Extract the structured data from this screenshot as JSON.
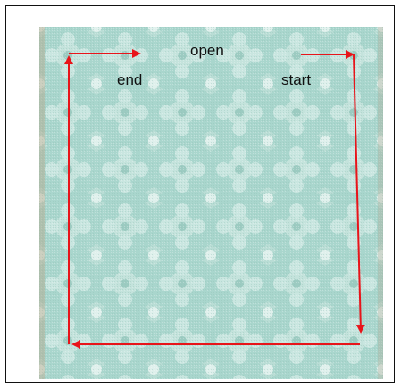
{
  "labels": {
    "open": "open",
    "end": "end",
    "start": "start"
  },
  "colors": {
    "fabric_base": "#a9d6cd",
    "fabric_light": "#c9e6e0",
    "fabric_dark": "#94c4ba",
    "arrow": "#e8141a"
  },
  "icons": [
    "arrow-right-icon",
    "arrow-down-icon",
    "arrow-left-icon",
    "arrow-up-icon"
  ]
}
